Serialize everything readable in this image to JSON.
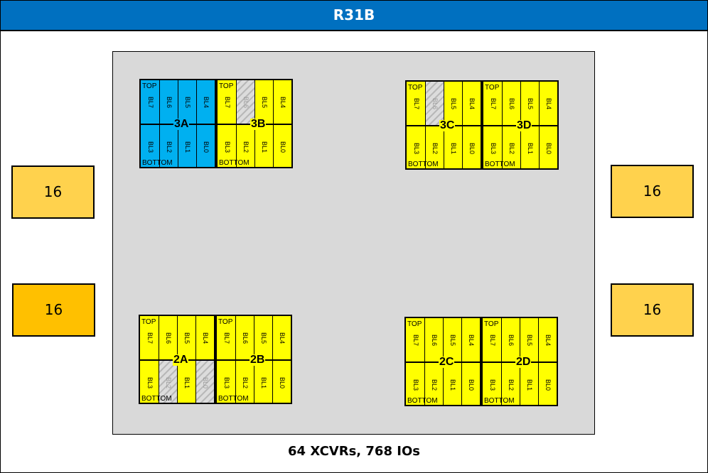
{
  "title": "R31B",
  "footer": "64 XCVRs, 768 IOs",
  "colors": {
    "header": "#0070c0",
    "yellow": "#ffff00",
    "blue": "#00b0f0",
    "die": "#d9d9d9",
    "io_light": "#ffd24d",
    "io_dark": "#ffc000"
  },
  "side_boxes": [
    {
      "id": "left-upper",
      "label": "16",
      "shade": "light"
    },
    {
      "id": "left-lower",
      "label": "16",
      "shade": "dark"
    },
    {
      "id": "right-upper",
      "label": "16",
      "shade": "light"
    },
    {
      "id": "right-lower",
      "label": "16",
      "shade": "light"
    }
  ],
  "lane_labels": {
    "top_tag": "TOP",
    "bottom_tag": "BOTTOM",
    "top": [
      "BL7",
      "BL6",
      "BL5",
      "BL4"
    ],
    "bottom": [
      "BL3",
      "BL2",
      "BL1",
      "BL0"
    ]
  },
  "banks": [
    {
      "name": "3A",
      "color": "blue",
      "hatched_top": [],
      "hatched_bottom": []
    },
    {
      "name": "3B",
      "color": "yellow",
      "hatched_top": [
        "BL6"
      ],
      "hatched_bottom": []
    },
    {
      "name": "3C",
      "color": "yellow",
      "hatched_top": [
        "BL6"
      ],
      "hatched_bottom": []
    },
    {
      "name": "3D",
      "color": "yellow",
      "hatched_top": [],
      "hatched_bottom": []
    },
    {
      "name": "2A",
      "color": "yellow",
      "hatched_top": [],
      "hatched_bottom": [
        "BL2",
        "BL0"
      ]
    },
    {
      "name": "2B",
      "color": "yellow",
      "hatched_top": [],
      "hatched_bottom": []
    },
    {
      "name": "2C",
      "color": "yellow",
      "hatched_top": [],
      "hatched_bottom": []
    },
    {
      "name": "2D",
      "color": "yellow",
      "hatched_top": [],
      "hatched_bottom": []
    }
  ]
}
